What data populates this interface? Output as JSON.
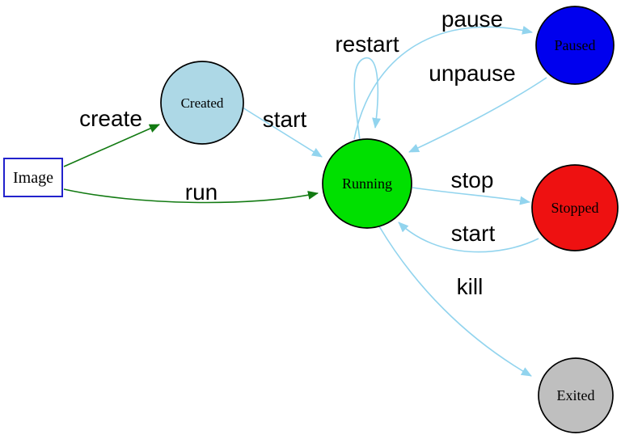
{
  "diagram": {
    "type": "state-diagram",
    "background": "#ffffff",
    "colors": {
      "edge_blue": "#92d4ee",
      "edge_green": "#127a12",
      "text": "#000000"
    },
    "nodes": {
      "image": {
        "label": "Image",
        "shape": "rect",
        "fill": "#ffffff",
        "border": "#2222cc"
      },
      "created": {
        "label": "Created",
        "shape": "circle",
        "fill": "#add8e6"
      },
      "running": {
        "label": "Running",
        "shape": "circle",
        "fill": "#00e000"
      },
      "paused": {
        "label": "Paused",
        "shape": "circle",
        "fill": "#0000ee"
      },
      "stopped": {
        "label": "Stopped",
        "shape": "circle",
        "fill": "#ee1111"
      },
      "exited": {
        "label": "Exited",
        "shape": "circle",
        "fill": "#bfbfbf"
      }
    },
    "edges": [
      {
        "from": "image",
        "to": "created",
        "label": "create",
        "color": "#127a12"
      },
      {
        "from": "image",
        "to": "running",
        "label": "run",
        "color": "#127a12"
      },
      {
        "from": "created",
        "to": "running",
        "label": "start",
        "color": "#92d4ee"
      },
      {
        "from": "running",
        "to": "running",
        "label": "restart",
        "color": "#92d4ee"
      },
      {
        "from": "running",
        "to": "paused",
        "label": "pause",
        "color": "#92d4ee"
      },
      {
        "from": "paused",
        "to": "running",
        "label": "unpause",
        "color": "#92d4ee"
      },
      {
        "from": "running",
        "to": "stopped",
        "label": "stop",
        "color": "#92d4ee"
      },
      {
        "from": "stopped",
        "to": "running",
        "label": "start",
        "color": "#92d4ee"
      },
      {
        "from": "running",
        "to": "exited",
        "label": "kill",
        "color": "#92d4ee"
      }
    ]
  }
}
